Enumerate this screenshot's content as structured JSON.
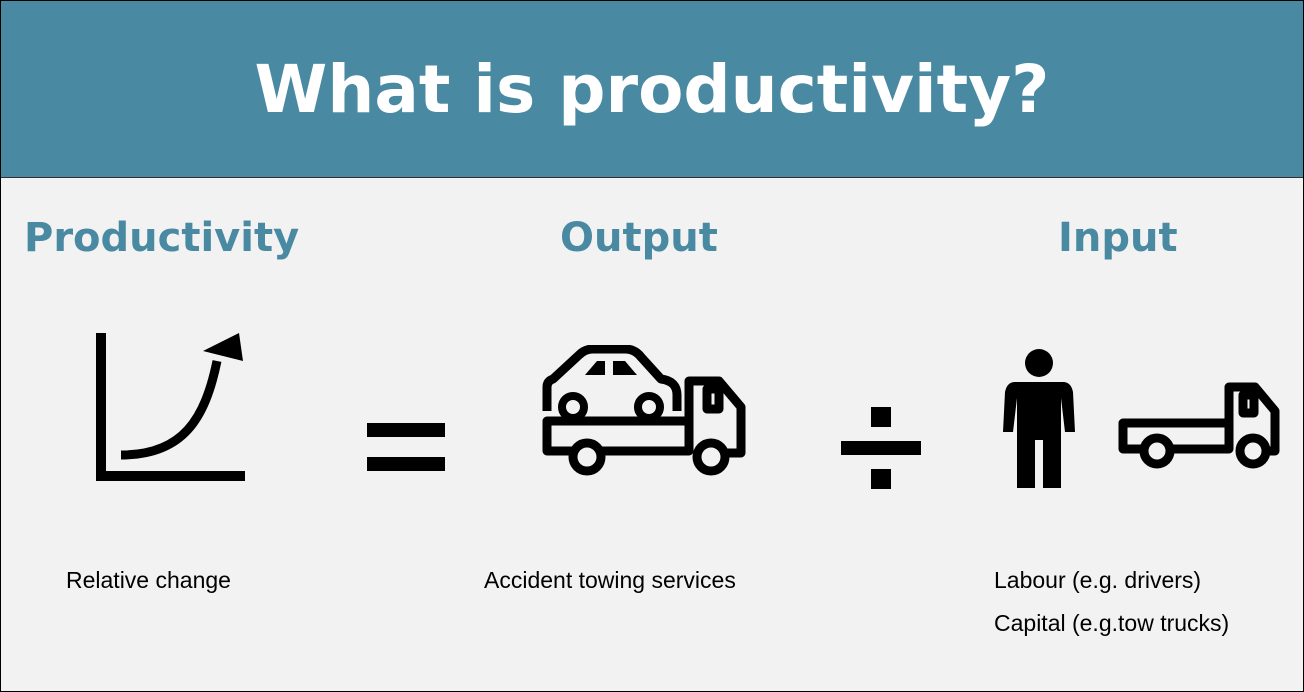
{
  "title": "What is productivity?",
  "accent_color": "#4a89a2",
  "columns": {
    "productivity": {
      "heading": "Productivity",
      "icon": "growth-chart-icon",
      "label": "Relative change"
    },
    "output": {
      "heading": "Output",
      "icon": "tow-truck-with-car-icon",
      "label": "Accident towing services"
    },
    "input": {
      "heading": "Input",
      "icons": [
        "person-icon",
        "flatbed-truck-icon"
      ],
      "labels": [
        "Labour (e.g. drivers)",
        "Capital (e.g.tow trucks)"
      ]
    }
  },
  "operators": {
    "equals": "equals-icon",
    "divide": "divide-icon"
  }
}
